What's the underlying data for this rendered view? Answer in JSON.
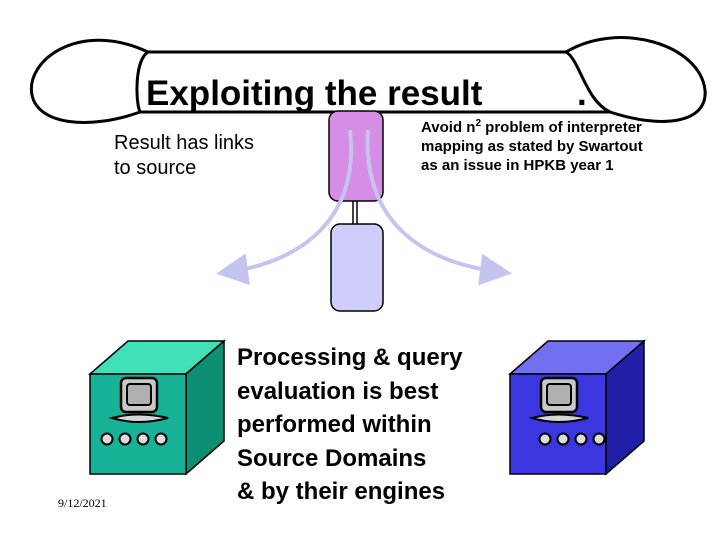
{
  "slide": {
    "title": "Exploiting the result",
    "title_dot": ".",
    "left_note": [
      "Result has links",
      "to source"
    ],
    "avoid_note": {
      "pre": "Avoid n",
      "sup": "2",
      "post": " problem of interpreter",
      "lines": [
        "mapping as stated by Swartout",
        "as an issue in HPKB year 1"
      ]
    },
    "processing_note": [
      "Processing & query",
      "evaluation is best",
      "performed within",
      "Source Domains",
      "& by their engines"
    ],
    "date": "9/12/2021"
  },
  "colors": {
    "result_box": "#d58de6",
    "source_box": "#cfcdfb",
    "arrow": "#c4c4ee",
    "left_engine_front": "#17b398",
    "left_engine_top": "#40e0b8",
    "left_engine_side": "#0c8f73",
    "right_engine_front": "#3b36e0",
    "right_engine_top": "#7270f0",
    "right_engine_side": "#211ea8"
  }
}
